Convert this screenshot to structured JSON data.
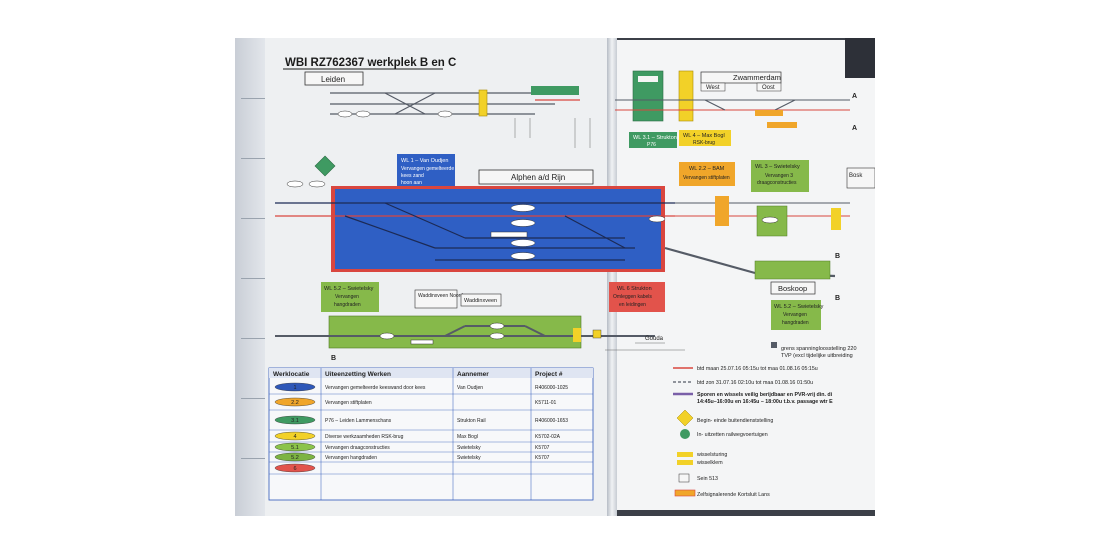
{
  "sheet": {
    "title": "WBI RZ762367  werkplek B en C",
    "stations": {
      "leiden": "Leiden",
      "alphen": "Alphen a/d Rijn",
      "boskoop": "Boskoop",
      "zwammerdam": "Zwammerdam",
      "west": "West",
      "oost": "Oost",
      "waddinxveen_noord": "Waddinxveen Noord",
      "waddinxveen": "Waddinxveen",
      "gouda": "Gouda",
      "boskoop_right": "Bosk"
    },
    "markers": {
      "a": "A",
      "b": "B"
    }
  },
  "work_areas": {
    "wl1": {
      "title": "WL 1 – Van Oudjen",
      "lines": [
        "Vervangen gemelteerde",
        "kees zand",
        "hoon aan"
      ]
    },
    "wl22": {
      "title": "WL 2.2 – BAM",
      "lines": [
        "Vervangen stiftplaten"
      ]
    },
    "wl3": {
      "title": "WL 3 – Swietelsky",
      "lines": [
        "Vervangen 3",
        "draagconstructies"
      ]
    },
    "wl4": {
      "title": "WL 4 – Max Bogl",
      "lines": [
        "RSK-brug"
      ]
    },
    "wl31": {
      "title": "WL 3.1 – Strukton",
      "lines": [
        "P76"
      ]
    },
    "wl52a": {
      "title": "WL 5.2 – Swietelsky",
      "lines": [
        "Vervangen",
        "hangdraden"
      ]
    },
    "wl52b": {
      "title": "WL 5.2 – Swietelsky",
      "lines": [
        "Vervangen",
        "hangdraden"
      ]
    },
    "wl6": {
      "title": "WL 6 Strukton",
      "lines": [
        "Omleggen kabels",
        "en leidingen"
      ]
    }
  },
  "table": {
    "headers": [
      "Werklocatie",
      "Uiteenzetting Werken",
      "Aannemer",
      "Project #"
    ],
    "rows": [
      {
        "badge": "1",
        "color": "#2e57b8",
        "work": "Vervangen gemelteerde keeswand door kees",
        "contractor": "Van Oudjen",
        "project": "R406000-1025"
      },
      {
        "badge": "2.2",
        "color": "#f0a62a",
        "work": "Vervangen stiftplaten",
        "contractor": "",
        "project": "K5711-01"
      },
      {
        "badge": "3.1",
        "color": "#3f9a62",
        "work": "P76 – Leiden Lammenschans",
        "contractor": "Strukton Rail",
        "project": "R406000-1653"
      },
      {
        "badge": "4",
        "color": "#f2d128",
        "work": "Diverse werkzaamheden RSK-brug",
        "contractor": "Max Bogl",
        "project": "K5702-02A"
      },
      {
        "badge": "5.1",
        "color": "#8bc34a",
        "work": "Vervangen draagconstructies",
        "contractor": "Swietelsky",
        "project": "K5707"
      },
      {
        "badge": "5.2",
        "color": "#7cb342",
        "work": "Vervangen hangdraden",
        "contractor": "Swietelsky",
        "project": "K5707"
      },
      {
        "badge": "6",
        "color": "#e2534b",
        "work": "",
        "contractor": "",
        "project": ""
      }
    ]
  },
  "legend": {
    "grens": "grens spanningloosstelling 220",
    "tvp": "TVP (excl tijdelijke uitbreiding",
    "btd1": "btd maan 25.07.16 05:15u tot maa 01.08.16 05:15u",
    "btd2": "btd zon 31.07.16 02:10u tot maa 01.08.16 01:50u",
    "sporen1": "Sporen en wissels veilig berijdbaar en PVR-vrij din. di",
    "sporen2": "14:45u–16:00u  en 16:45u – 18:00u t.b.v. passage wtr E",
    "item1a": "Begin- einde buitendienststelling",
    "item1b": "In- uitzetten railwegvoertuigen",
    "item2a": "wisselsturing",
    "item2b": "wisselklem",
    "item3": "Sein 513",
    "item4": "Zelfsignalerende Kortsluit Lans"
  },
  "colors": {
    "blue_area": "#2f5fc4",
    "green_area": "#86b94a",
    "orange_box": "#f0a62a",
    "yellow_box": "#f2d128",
    "track": "#555b66",
    "red_track": "#d9463f"
  }
}
